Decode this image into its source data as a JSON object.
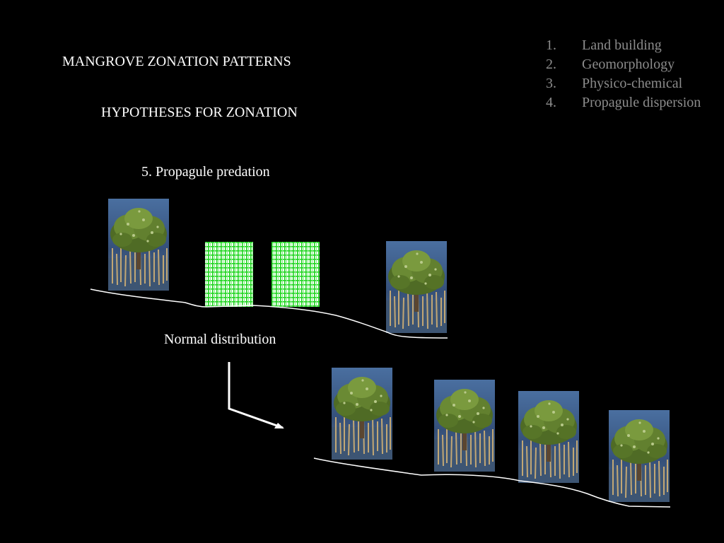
{
  "slide": {
    "title": "MANGROVE ZONATION PATTERNS",
    "subtitle": "HYPOTHESES FOR ZONATION",
    "current_hypothesis": "5. Propagule  predation",
    "caption": "Normal distribution",
    "hypotheses": [
      {
        "num": "1.",
        "label": "Land building"
      },
      {
        "num": "2.",
        "label": "Geomorphology"
      },
      {
        "num": "3.",
        "label": "Physico-chemical"
      },
      {
        "num": "4.",
        "label": "Propagule dispersion"
      }
    ]
  },
  "colors": {
    "background": "#000000",
    "text": "#ffffff",
    "list_text": "#8c8c8c",
    "grid_green": "#22dd22",
    "water": "#3b5a86",
    "foliage": "#5e7a2e",
    "roots": "#b39b6a"
  },
  "icons": [
    "mangrove-tree-icon",
    "propagule-grid-icon",
    "arrow-icon"
  ]
}
